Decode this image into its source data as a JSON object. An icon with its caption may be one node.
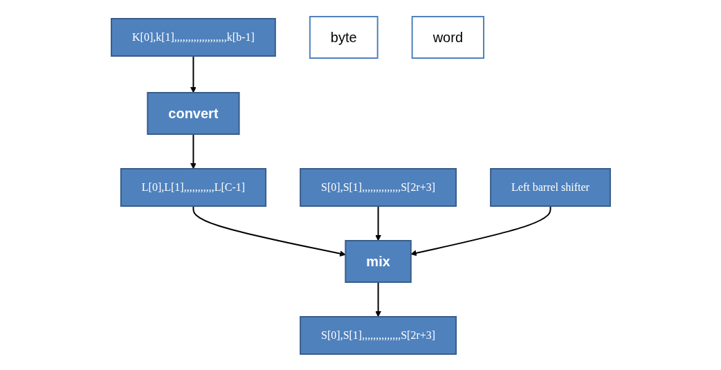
{
  "diagram": {
    "nodes": [
      {
        "text": [
          "K[0],k[1],,,,,,,,,,,,,,,,,,,k[b-1]"
        ]
      },
      {
        "text": [
          "byte"
        ]
      },
      {
        "text": [
          "convert"
        ]
      },
      {
        "text": [
          "S[0],S[1],,,,,,,,,,,,,,S[2r+3]"
        ]
      },
      {
        "text": [
          "L[0],L[1],,,,,,,,,,,L[C-1]"
        ]
      },
      {
        "text": [
          "word"
        ]
      },
      {
        "text": [
          "Left barrel shifter"
        ]
      },
      {
        "text": [
          "mix"
        ]
      },
      {
        "text": [
          "S[0],S[1],,,,,,,,,,,,,,S[2r+3]"
        ]
      }
    ],
    "edges": [
      {
        "from": 0,
        "to": 2,
        "arrow": "to"
      },
      {
        "from": 2,
        "to": 4,
        "arrow": "to"
      },
      {
        "from": 4,
        "to": 7,
        "arrow": "to"
      },
      {
        "from": 3,
        "to": 7,
        "arrow": "to"
      },
      {
        "from": 6,
        "to": 7,
        "arrow": "to"
      },
      {
        "from": 7,
        "to": 8,
        "arrow": "to"
      }
    ]
  }
}
